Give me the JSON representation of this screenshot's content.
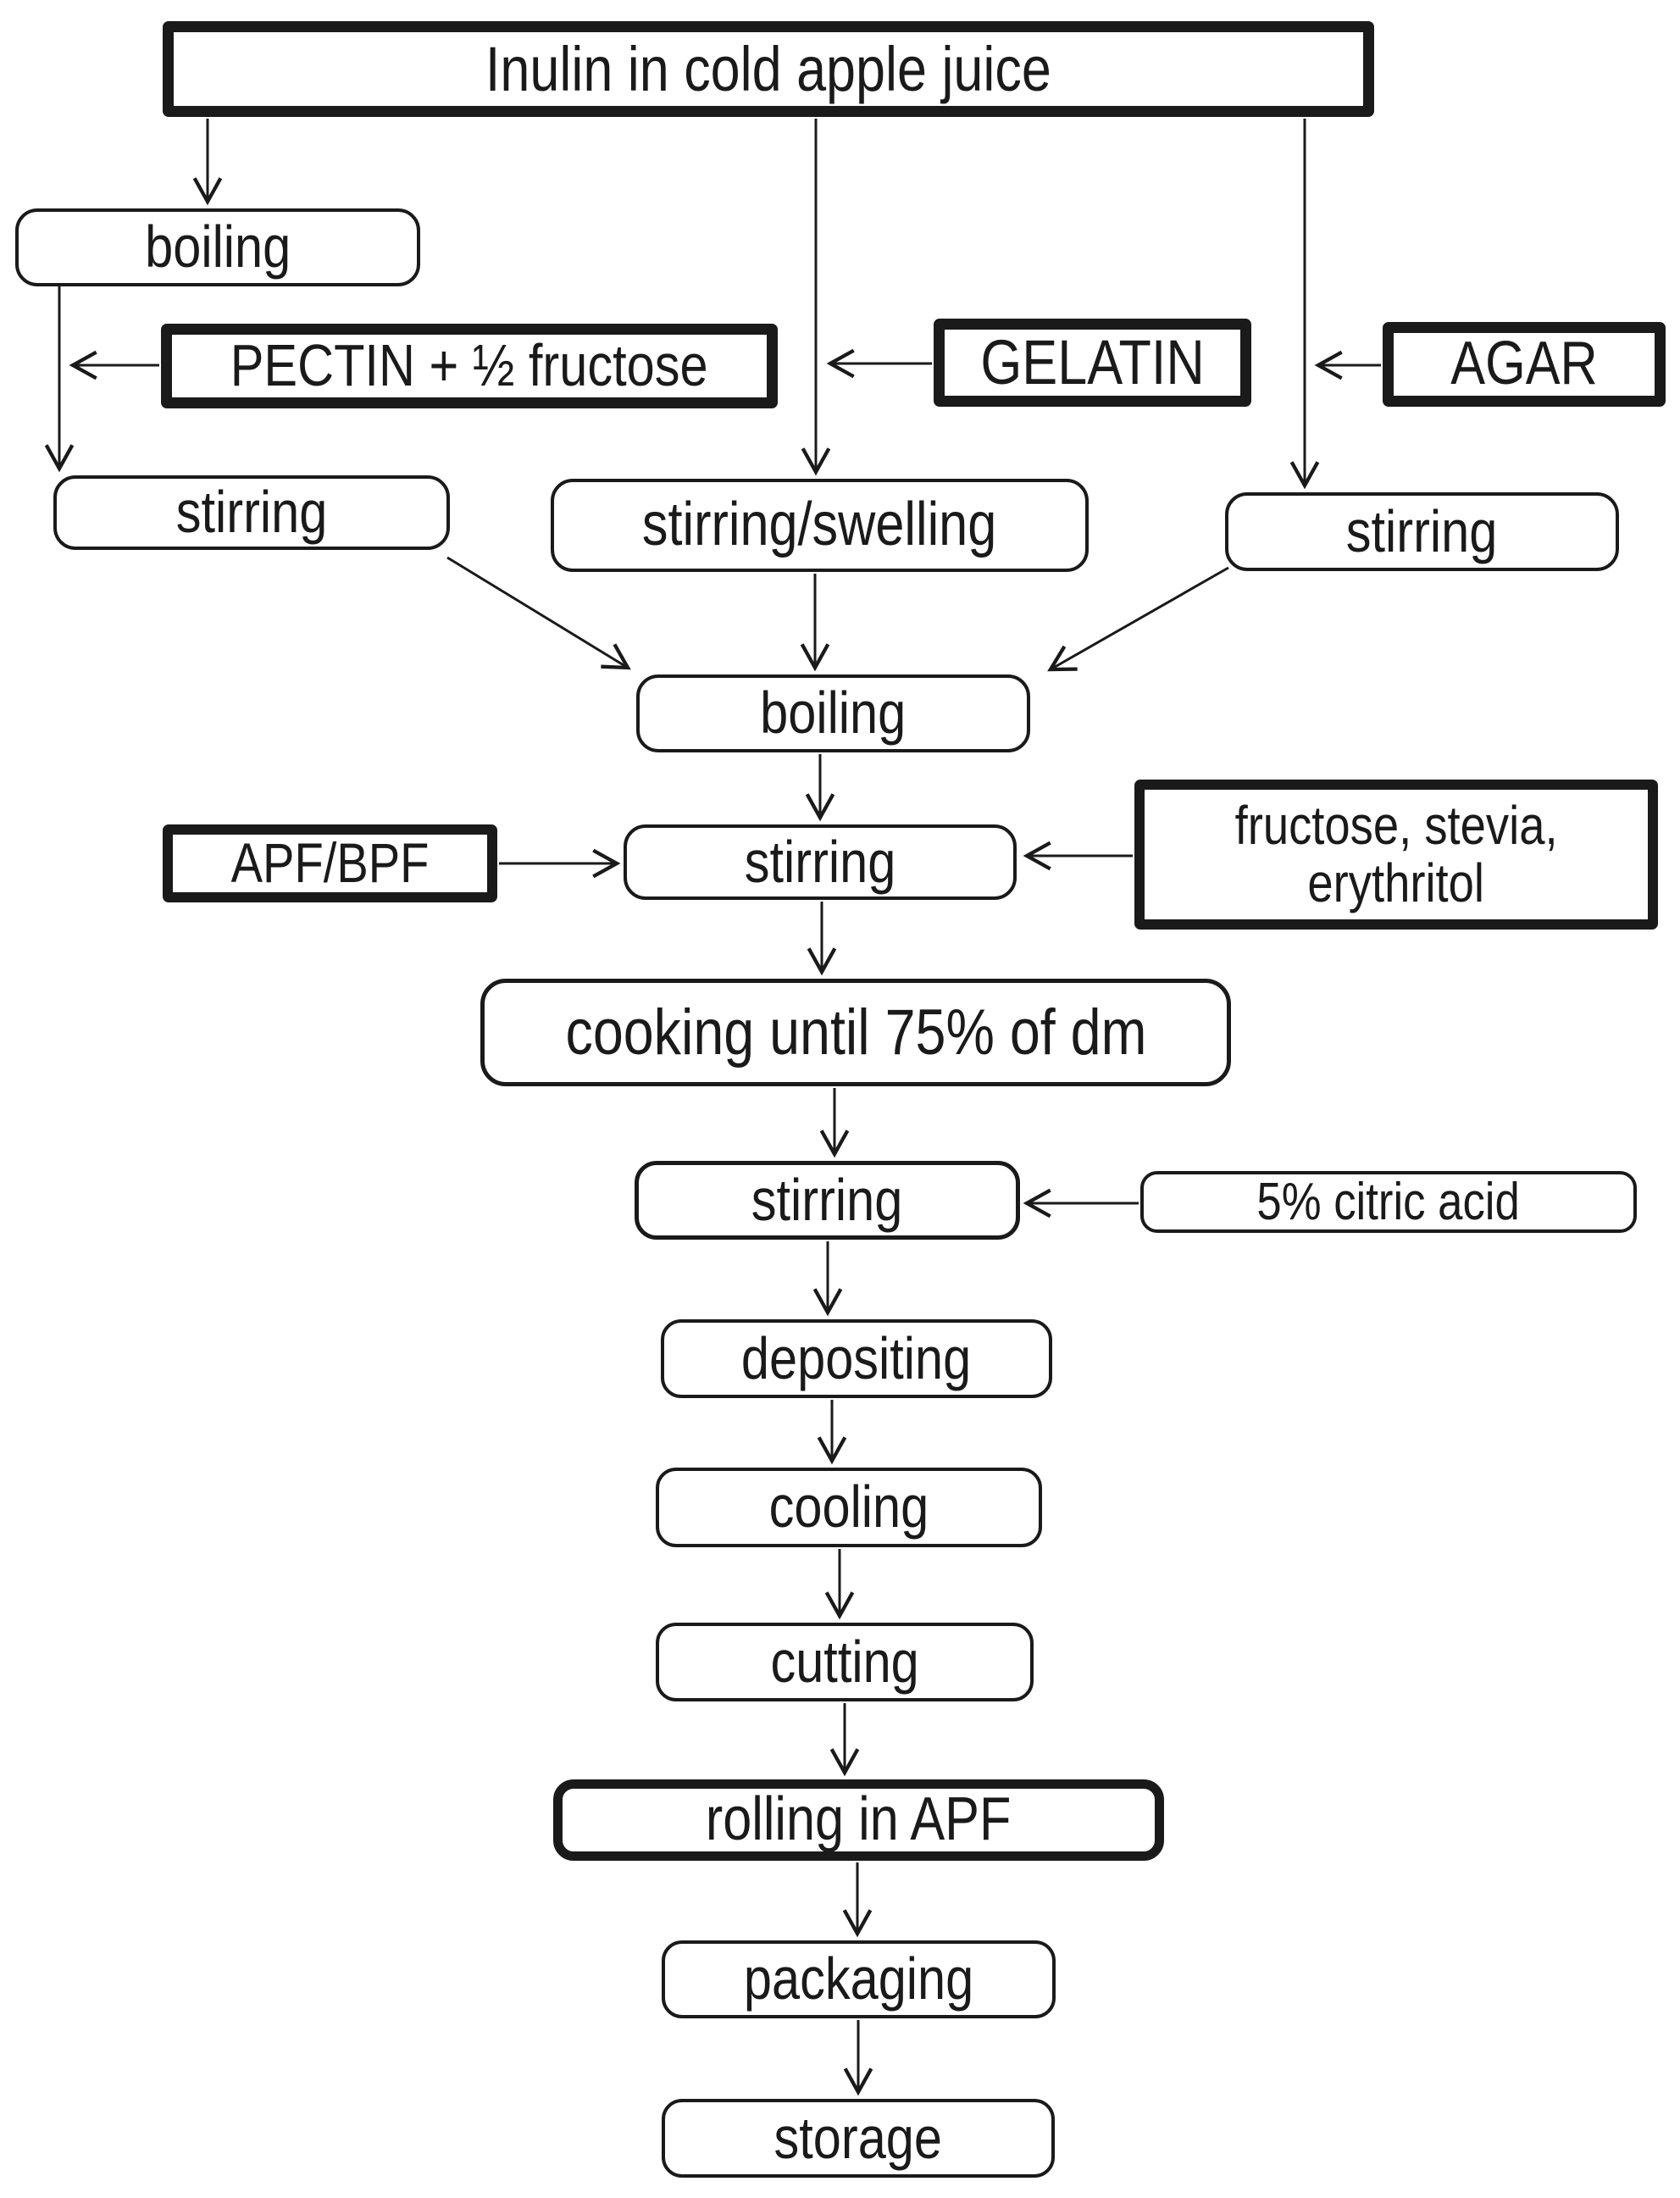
{
  "figure": {
    "type": "flowchart",
    "background_color": "#ffffff",
    "ink_color": "#1a1a1a"
  },
  "nodes": {
    "inulin": {
      "label": "Inulin in cold apple juice",
      "emphasis": "thick-border"
    },
    "boiling_left": {
      "label": "boiling",
      "emphasis": "thin-border"
    },
    "pectin": {
      "label": "PECTIN + ½ fructose",
      "emphasis": "thick-border"
    },
    "gelatin": {
      "label": "GELATIN",
      "emphasis": "thick-border"
    },
    "agar": {
      "label": "AGAR",
      "emphasis": "thick-border"
    },
    "stirring_left": {
      "label": "stirring",
      "emphasis": "thin-border"
    },
    "stirring_swelling": {
      "label": "stirring/swelling",
      "emphasis": "thin-border"
    },
    "stirring_right": {
      "label": "stirring",
      "emphasis": "thin-border"
    },
    "boiling_center": {
      "label": "boiling",
      "emphasis": "thin-border"
    },
    "apf_bpf": {
      "label": "APF/BPF",
      "emphasis": "thick-border"
    },
    "stirring_mid": {
      "label": "stirring",
      "emphasis": "thin-border"
    },
    "fructose": {
      "label": "fructose, stevia, erythritol",
      "lines": [
        "fructose, stevia,",
        "erythritol"
      ],
      "emphasis": "thick-border"
    },
    "cooking": {
      "label": "cooking until 75% of dm",
      "emphasis": "thin-border"
    },
    "stirring_citric": {
      "label": "stirring",
      "emphasis": "thin-border"
    },
    "citric": {
      "label": "5% citric acid",
      "emphasis": "thin-border"
    },
    "depositing": {
      "label": "depositing",
      "emphasis": "thin-border"
    },
    "cooling": {
      "label": "cooling",
      "emphasis": "thin-border"
    },
    "cutting": {
      "label": "cutting",
      "emphasis": "thin-border"
    },
    "rolling": {
      "label": "rolling in APF",
      "emphasis": "thick-border"
    },
    "packaging": {
      "label": "packaging",
      "emphasis": "thin-border"
    },
    "storage": {
      "label": "storage",
      "emphasis": "thin-border"
    }
  },
  "edges": [
    {
      "from": "inulin",
      "to": "boiling_left"
    },
    {
      "from": "inulin",
      "to": "stirring_swelling"
    },
    {
      "from": "inulin",
      "to": "stirring_right"
    },
    {
      "from": "boiling_left",
      "to": "stirring_left"
    },
    {
      "from": "pectin",
      "to": "stirring_left"
    },
    {
      "from": "gelatin",
      "to": "stirring_swelling"
    },
    {
      "from": "agar",
      "to": "stirring_right"
    },
    {
      "from": "stirring_left",
      "to": "boiling_center"
    },
    {
      "from": "stirring_swelling",
      "to": "boiling_center"
    },
    {
      "from": "stirring_right",
      "to": "boiling_center"
    },
    {
      "from": "boiling_center",
      "to": "stirring_mid"
    },
    {
      "from": "apf_bpf",
      "to": "stirring_mid"
    },
    {
      "from": "fructose",
      "to": "stirring_mid"
    },
    {
      "from": "stirring_mid",
      "to": "cooking"
    },
    {
      "from": "cooking",
      "to": "stirring_citric"
    },
    {
      "from": "citric",
      "to": "stirring_citric"
    },
    {
      "from": "stirring_citric",
      "to": "depositing"
    },
    {
      "from": "depositing",
      "to": "cooling"
    },
    {
      "from": "cooling",
      "to": "cutting"
    },
    {
      "from": "cutting",
      "to": "rolling"
    },
    {
      "from": "rolling",
      "to": "packaging"
    },
    {
      "from": "packaging",
      "to": "storage"
    }
  ]
}
